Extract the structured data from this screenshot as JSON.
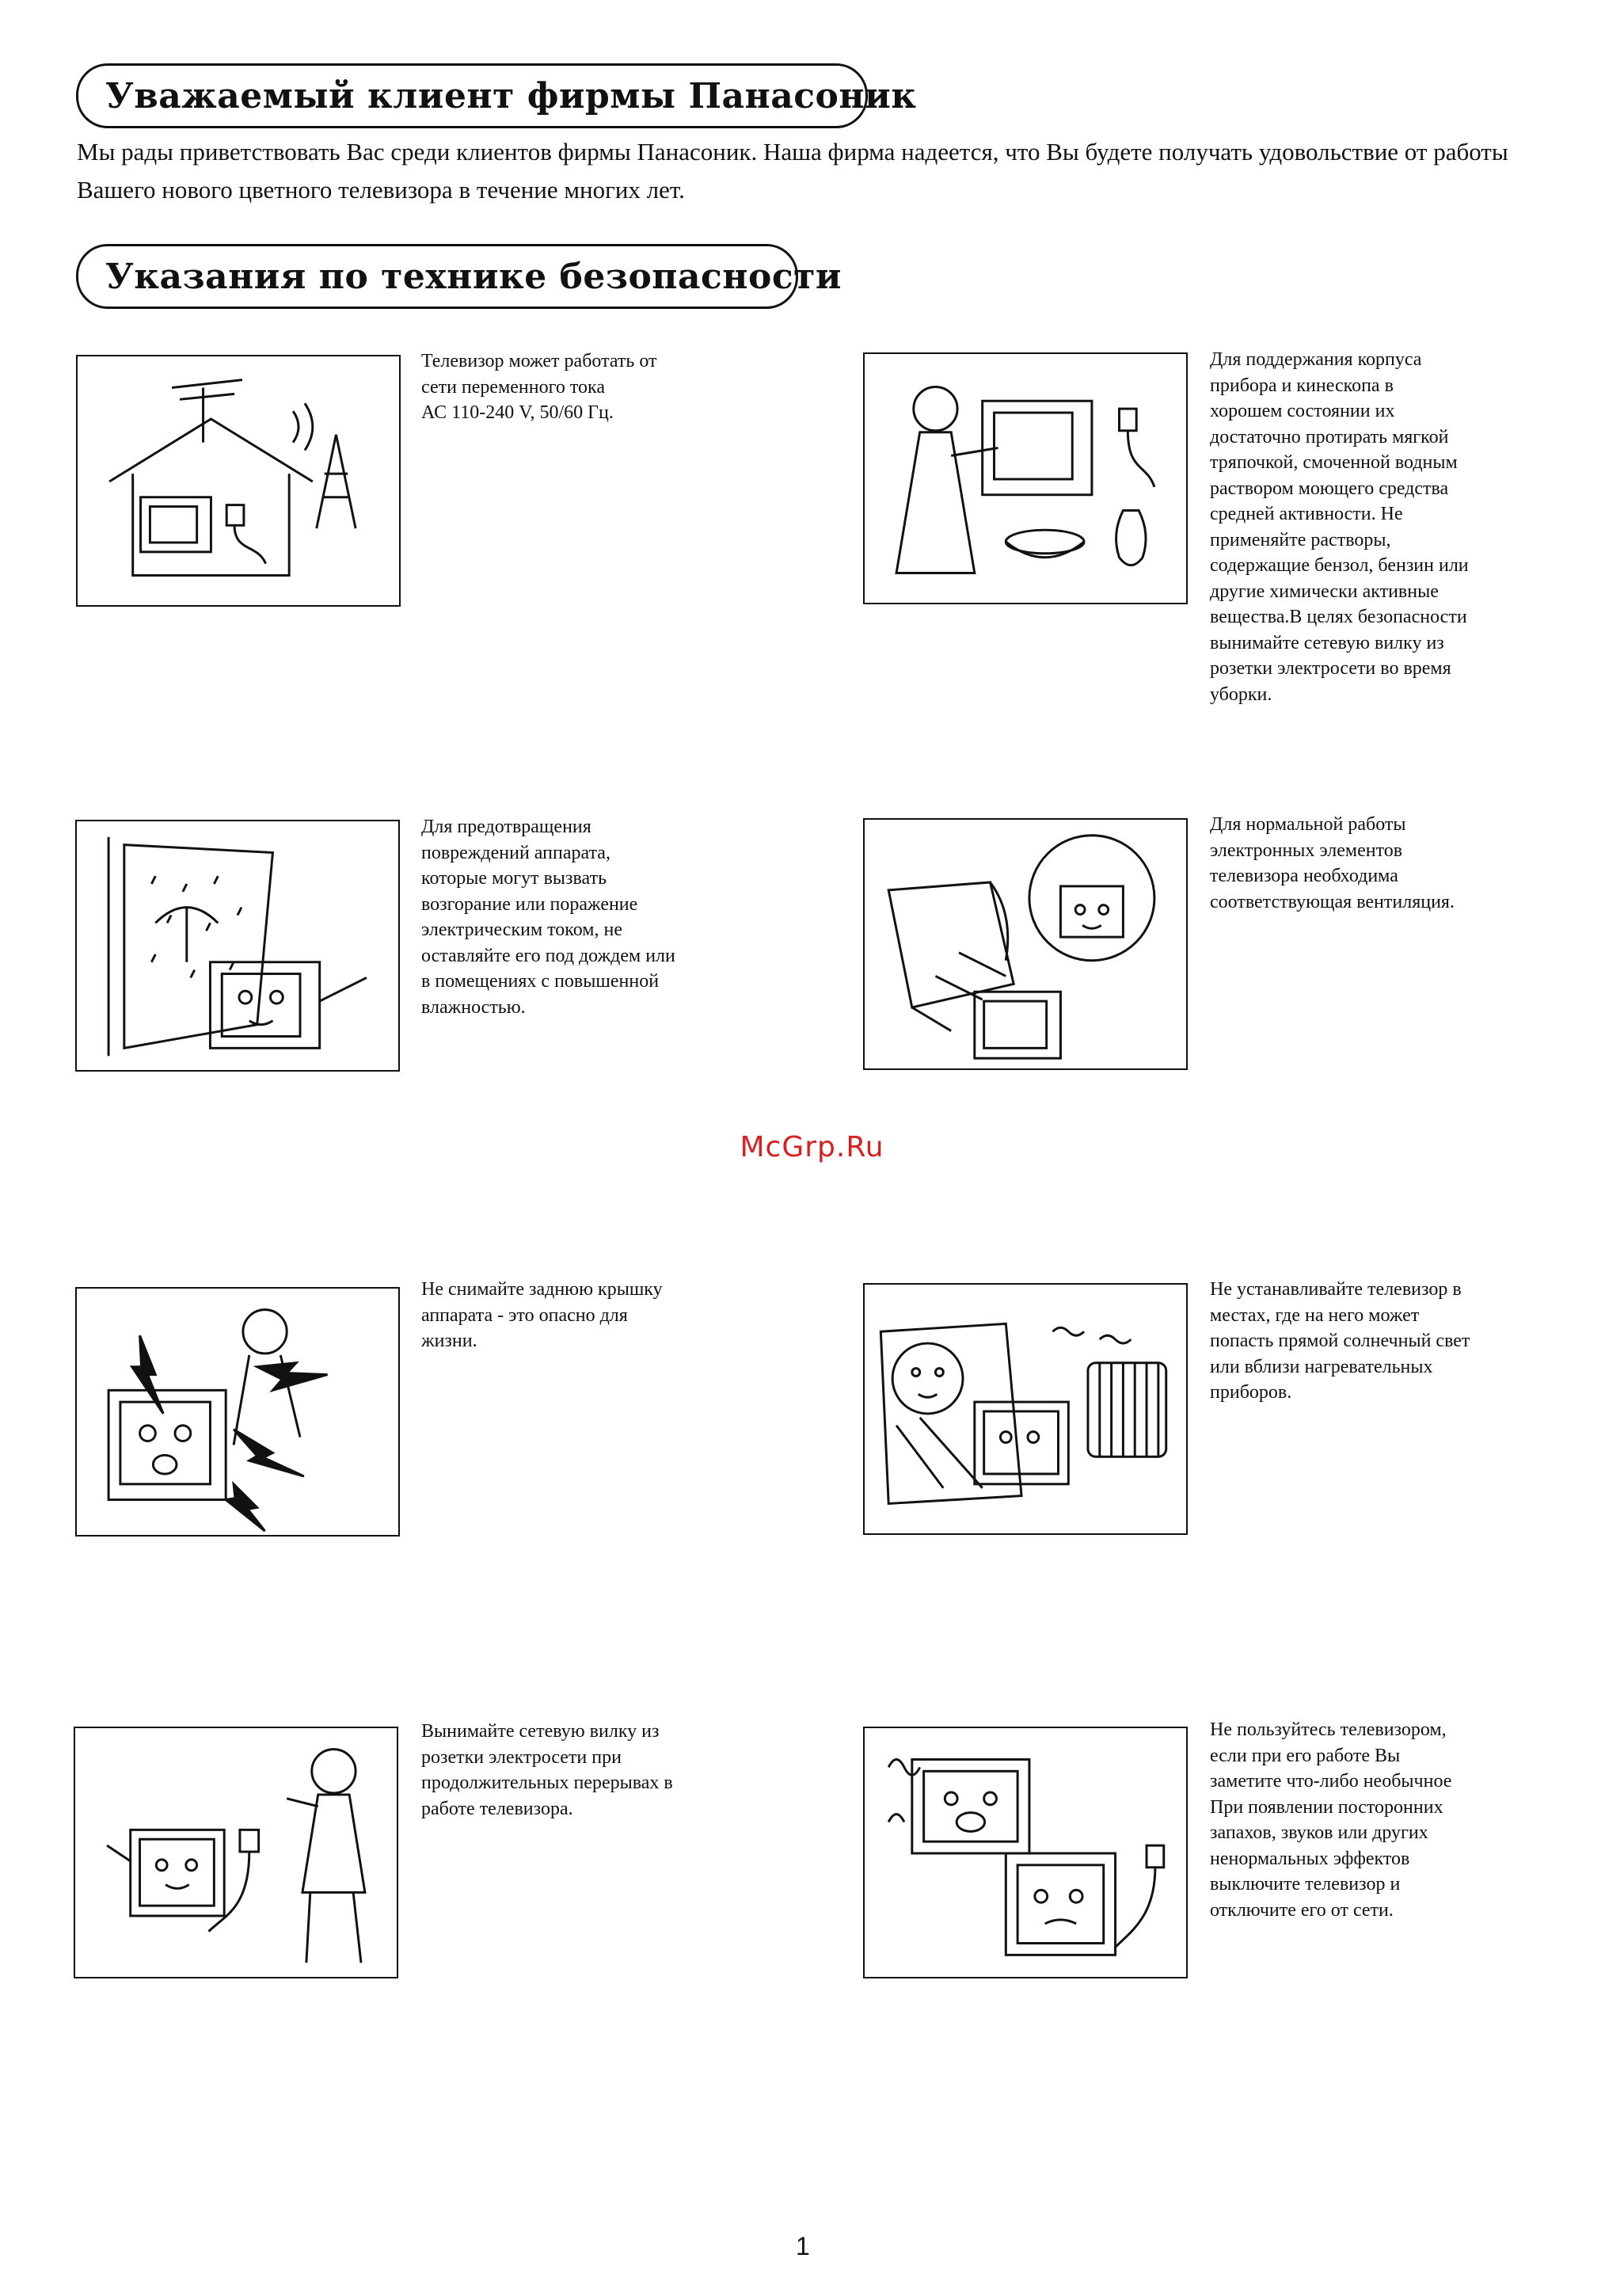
{
  "header": {
    "title": "Уважаемый клиент фирмы Панасоник",
    "intro": "Мы рады приветствовать Вас среди клиентов фирмы Панасоник. Наша фирма надеется, что Вы будете получать удовольствие от работы Вашего нового цветного телевизора в течение многих лет."
  },
  "safety": {
    "title": "Указания по технике безопасности",
    "items": [
      {
        "icon": "antenna-house-icon",
        "text": "Телевизор может работать от\nсети переменного тока\nАС 110-240 V, 50/60 Гц."
      },
      {
        "icon": "cleaning-tv-icon",
        "text": "Для поддержания корпуса\nприбора и кинескопа в\nхорошем состоянии их\nдостаточно протирать мягкой\nтряпочкой, смоченной водным\nраствором моющего средства\nсредней активности. Не\nприменяйте растворы,\nсодержащие бензол, бензин или\nдругие химически активные\nвещества.В целях безопасности\nвынимайте сетевую вилку из\nрозетки электросети во время\nуборки."
      },
      {
        "icon": "rain-tv-icon",
        "text": "Для предотвращения\nповреждений аппарата,\nкоторые могут вызвать\nвозгорание или поражение\nэлектрическим током, не\nоставляйте его под дождем или\nв помещениях с повышенной\nвлажностью."
      },
      {
        "icon": "ventilation-tv-icon",
        "text": "Для нормальной работы\nэлектронных элементов\nтелевизора необходима\nсоответствующая вентиляция."
      },
      {
        "icon": "electric-shock-icon",
        "text": "Не снимайте заднюю крышку\nаппарата - это опасно для\nжизни."
      },
      {
        "icon": "sun-heater-tv-icon",
        "text": "Не устанавливайте телевизор в\nместах, где на него может\nпопасть прямой солнечный свет\nили вблизи нагревательных\nприборов."
      },
      {
        "icon": "unplug-tv-icon",
        "text": "Вынимайте сетевую вилку из\nрозетки электросети при\nпродолжительных перерывах в\nработе телевизора."
      },
      {
        "icon": "malfunction-tv-icon",
        "text": "Не пользуйтесь телевизором,\nесли при его работе Вы\nзаметите что-либо необычное\nПри появлении посторонних\nзапахов, звуков или других\nненормальных эффектов\nвыключите телевизор и\nотключите его от сети."
      }
    ]
  },
  "watermark": "McGrp.Ru",
  "page_number": "1"
}
